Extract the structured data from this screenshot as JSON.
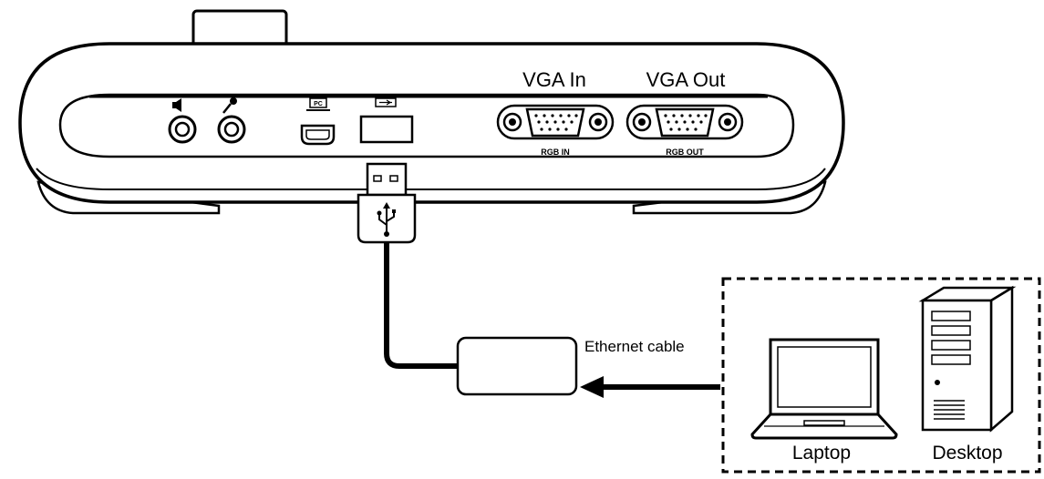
{
  "device": {
    "vga_in_label": "VGA In",
    "vga_out_label": "VGA Out",
    "rgb_in_label": "RGB IN",
    "rgb_out_label": "RGB OUT",
    "pc_label": "PC"
  },
  "connection": {
    "cable_label": "Ethernet cable"
  },
  "computers": {
    "laptop_label": "Laptop",
    "desktop_label": "Desktop"
  }
}
